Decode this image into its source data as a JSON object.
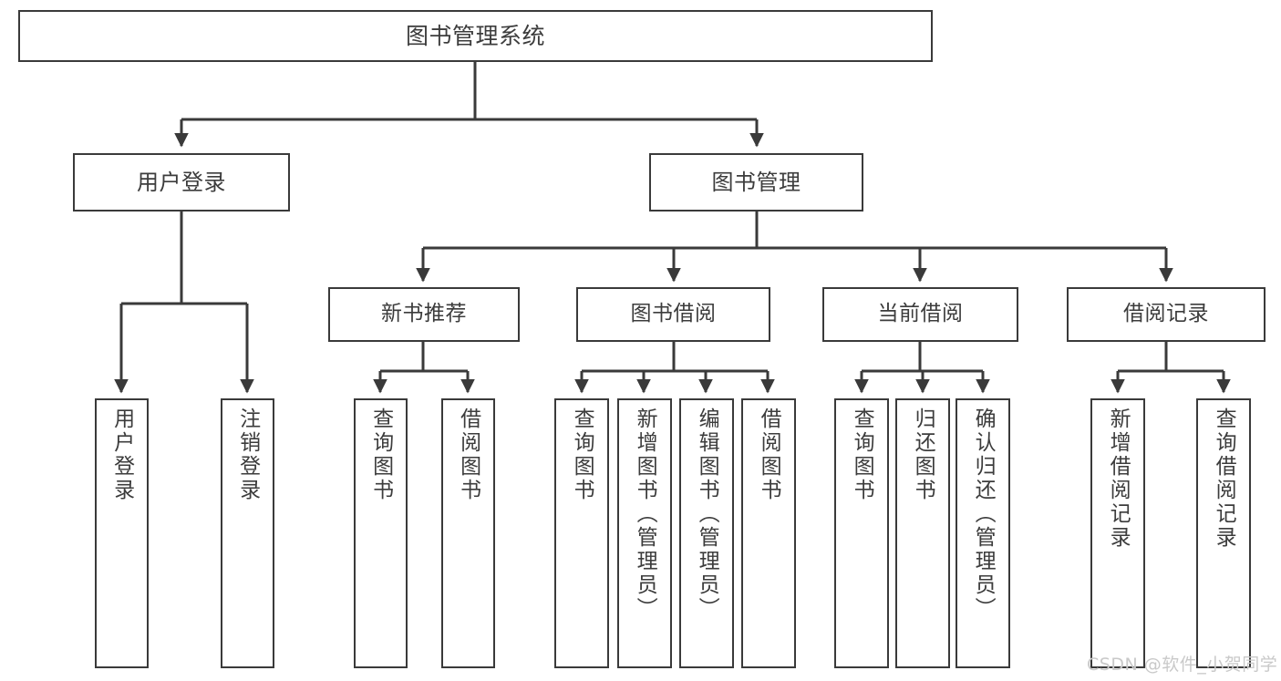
{
  "diagram": {
    "title": "图书管理系统",
    "type": "tree-hierarchy-chart",
    "watermark": "CSDN @软件_小贺同学",
    "colors": {
      "node_border": "#3a3a3a",
      "node_fill": "#ffffff",
      "edge": "#3a3a3a",
      "text": "#3c3c3c",
      "watermark": "#c9c9c9",
      "background": "#ffffff"
    },
    "nodes": {
      "root": {
        "label": "图书管理系统"
      },
      "level1": [
        {
          "label": "用户登录"
        },
        {
          "label": "图书管理"
        }
      ],
      "level2": [
        {
          "label": "新书推荐"
        },
        {
          "label": "图书借阅"
        },
        {
          "label": "当前借阅"
        },
        {
          "label": "借阅记录"
        }
      ],
      "leaves": {
        "user_login": [
          {
            "label": "用户登录"
          },
          {
            "label": "注销登录"
          }
        ],
        "new_book_recommend": [
          {
            "label": "查询图书"
          },
          {
            "label": "借阅图书"
          }
        ],
        "book_borrow": [
          {
            "label": "查询图书"
          },
          {
            "label": "新增图书（管理员）"
          },
          {
            "label": "编辑图书（管理员）"
          },
          {
            "label": "借阅图书"
          }
        ],
        "current_borrow": [
          {
            "label": "查询图书"
          },
          {
            "label": "归还图书"
          },
          {
            "label": "确认归还（管理员）"
          }
        ],
        "borrow_record": [
          {
            "label": "新增借阅记录"
          },
          {
            "label": "查询借阅记录"
          }
        ]
      }
    }
  }
}
